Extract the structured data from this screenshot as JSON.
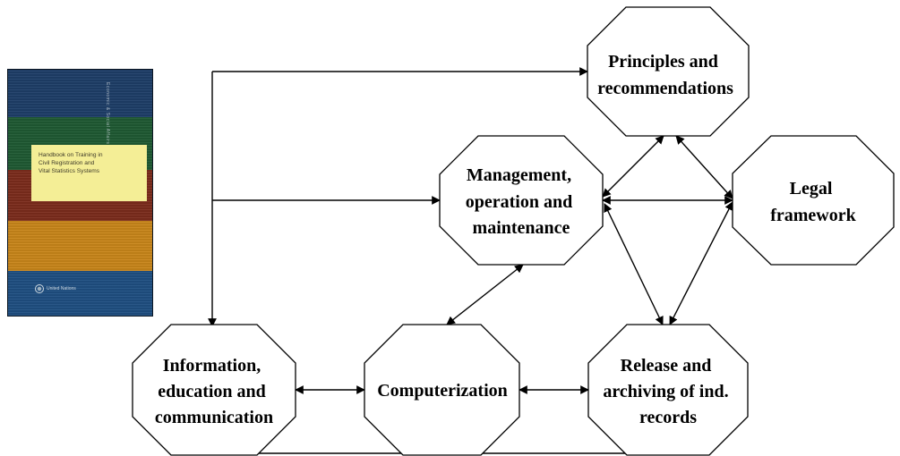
{
  "book_cover": {
    "title_lines": [
      "Handbook on Training in",
      "Civil Registration and",
      "Vital Statistics Systems"
    ],
    "spine_text": "Economic & Social Affairs",
    "publisher": "United Nations",
    "band_colors": [
      "#1e3e68",
      "#1f5a33",
      "#7c2c1c",
      "#c9861a",
      "#1f4f82"
    ]
  },
  "nodes": {
    "principles": {
      "lines": [
        "Principles and",
        "recommendations"
      ]
    },
    "legal": {
      "lines": [
        "Legal",
        "framework"
      ]
    },
    "management": {
      "lines": [
        "Management,",
        "operation and",
        "maintenance"
      ]
    },
    "information": {
      "lines": [
        "Information,",
        "education and",
        "communication"
      ]
    },
    "computerization": {
      "lines": [
        "Computerization"
      ]
    },
    "release": {
      "lines": [
        "Release and",
        "archiving of ind.",
        "records"
      ]
    }
  },
  "colors": {
    "stroke": "#000000",
    "fill": "#ffffff",
    "label_background": "#f4ee96"
  }
}
